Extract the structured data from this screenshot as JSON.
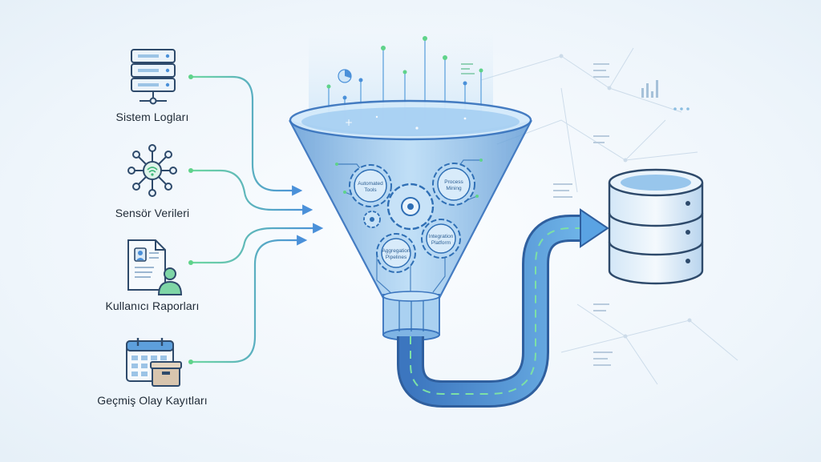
{
  "sources": [
    {
      "label": "Sistem Logları",
      "icon": "server-rack-icon"
    },
    {
      "label": "Sensör Verileri",
      "icon": "sensor-network-icon"
    },
    {
      "label": "Kullanıcı Raporları",
      "icon": "user-report-icon"
    },
    {
      "label": "Geçmiş Olay Kayıtları",
      "icon": "calendar-archive-icon"
    }
  ],
  "funnel": {
    "icon": "funnel-icon",
    "gears": [
      {
        "line1": "Automated",
        "line2": "Tools"
      },
      {
        "line1": "Process",
        "line2": "Mining"
      },
      {
        "line1": "Integration",
        "line2": "Platform"
      },
      {
        "line1": "Aggregation",
        "line2": "Pipelines"
      }
    ]
  },
  "destination": {
    "icon": "database-icon"
  },
  "colors": {
    "flow_blue": "#4a90d9",
    "flow_green": "#5fd38a",
    "funnel_fill": "#8fc1ea",
    "ink": "#1f2a36"
  }
}
